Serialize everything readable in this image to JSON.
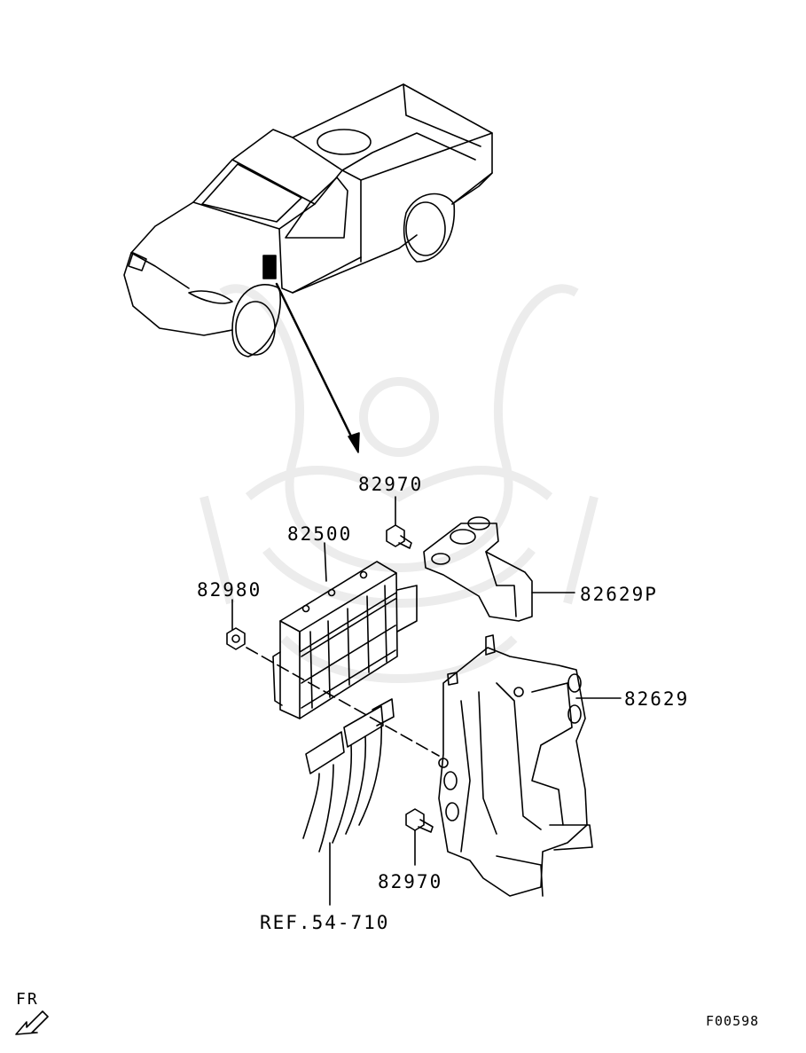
{
  "labels": {
    "part_82970_top": "82970",
    "part_82500": "82500",
    "part_82980": "82980",
    "part_82629P": "82629P",
    "part_82629": "82629",
    "part_82970_bottom": "82970",
    "ref": "REF.54-710",
    "fr": "FR",
    "code": "F00598"
  },
  "icons": {
    "front_arrow": "fr-arrow-icon",
    "watermark": "samurai-helmet-watermark"
  },
  "colors": {
    "line": "#000000",
    "watermark": "#ececec",
    "background": "#ffffff"
  }
}
